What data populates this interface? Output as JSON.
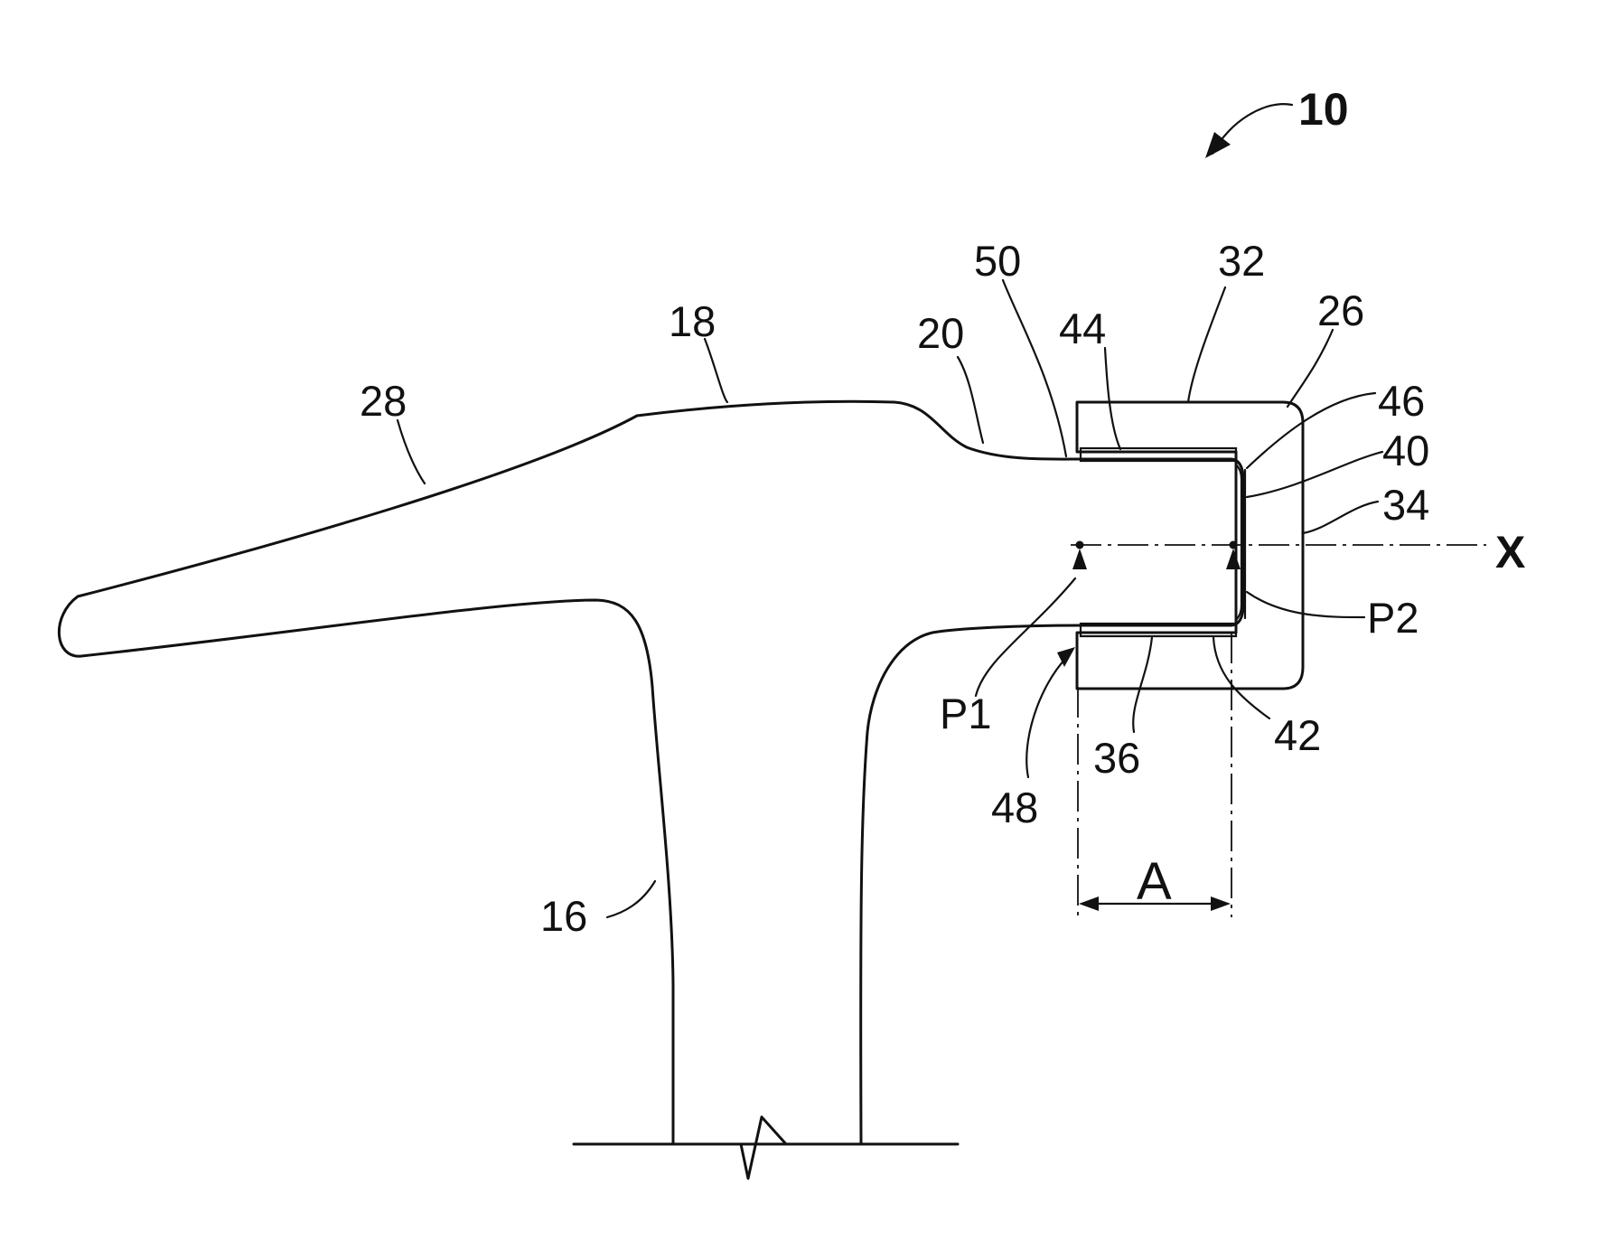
{
  "figure": {
    "labels": {
      "l10": "10",
      "l18": "18",
      "l28": "28",
      "l20": "20",
      "l50": "50",
      "l44": "44",
      "l32": "32",
      "l26": "26",
      "l46": "46",
      "l40": "40",
      "l34": "34",
      "x": "X",
      "p2": "P2",
      "p1": "P1",
      "l48": "48",
      "l36": "36",
      "l42": "42",
      "a": "A",
      "l16": "16"
    }
  }
}
